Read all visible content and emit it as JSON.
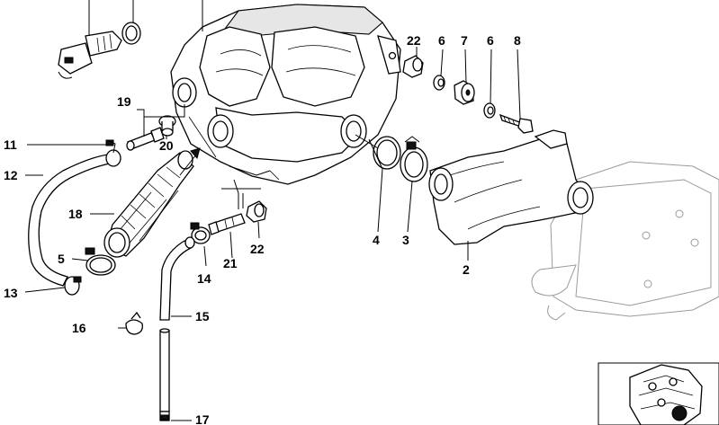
{
  "callouts": {
    "c2": "2",
    "c3": "3",
    "c4": "4",
    "c5": "5",
    "c6a": "6",
    "c6b": "6",
    "c7": "7",
    "c8": "8",
    "c11": "11",
    "c12": "12",
    "c13": "13",
    "c14": "14",
    "c15": "15",
    "c16": "16",
    "c17": "17",
    "c18": "18",
    "c19": "19",
    "c20": "20",
    "c21": "21",
    "c22a": "22",
    "c22b": "22"
  },
  "icons": {
    "main_housing": "air-intake-silencer-housing",
    "intake_boot": "intake-boot",
    "ghost_housing": "reference-housing-outline",
    "inset": "vehicle-location-inset"
  },
  "colors": {
    "line": "#000000",
    "background": "#ffffff",
    "ghost": "#9a9a9a"
  }
}
